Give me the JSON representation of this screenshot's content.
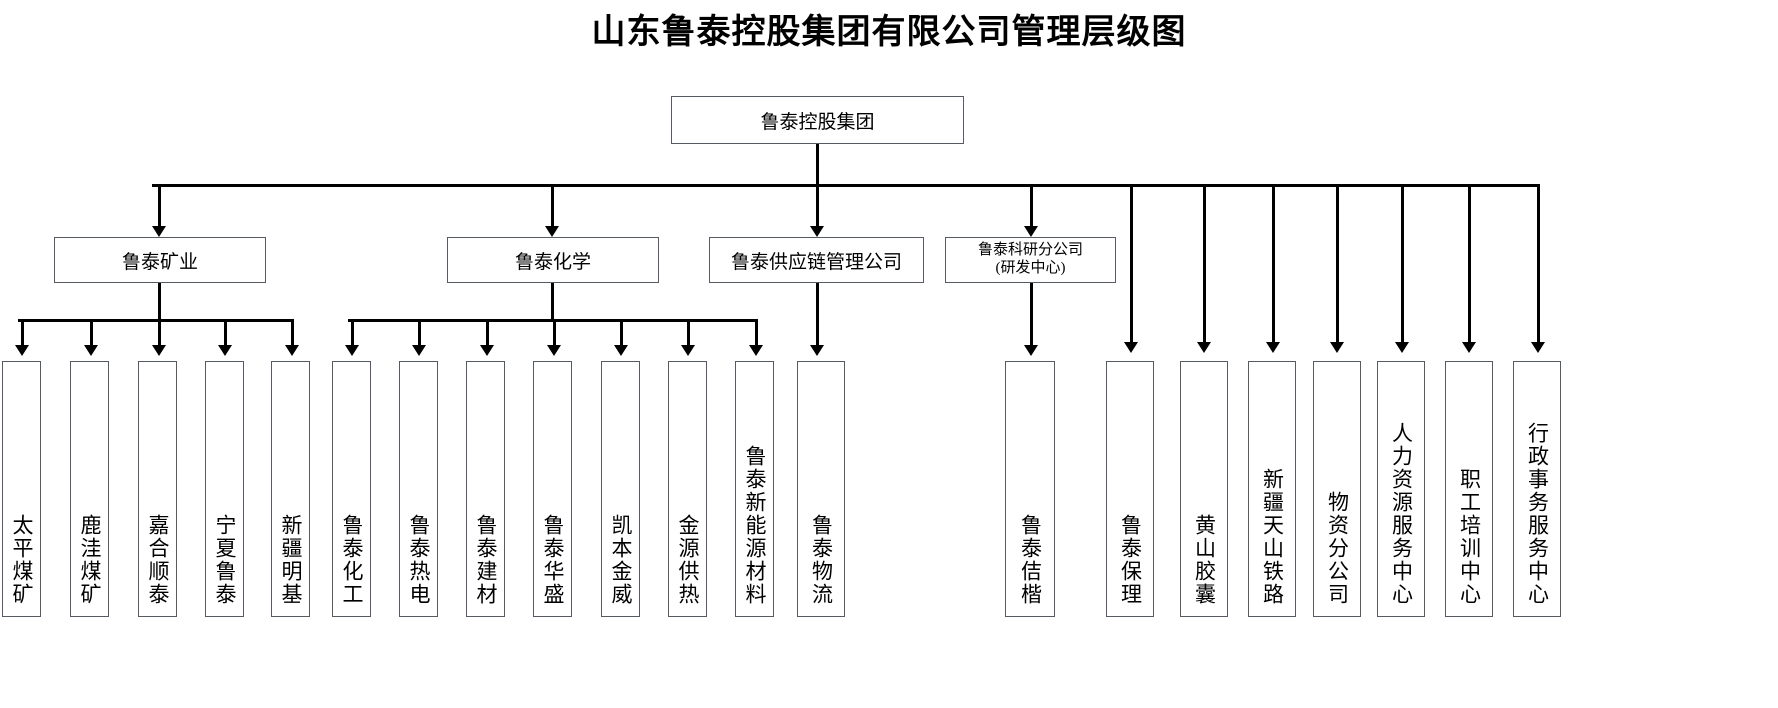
{
  "title": "山东鲁泰控股集团有限公司管理层级图",
  "root": {
    "label": "鲁泰控股集团"
  },
  "divisions": [
    {
      "id": "mining",
      "label": "鲁泰矿业",
      "label2": ""
    },
    {
      "id": "chemical",
      "label": "鲁泰化学",
      "label2": ""
    },
    {
      "id": "supply",
      "label": "鲁泰供应链管理公司",
      "label2": ""
    },
    {
      "id": "rnd",
      "label": "鲁泰科研分公司",
      "label2": "(研发中心)"
    }
  ],
  "mining_children": [
    {
      "label": "太平煤矿"
    },
    {
      "label": "鹿洼煤矿"
    },
    {
      "label": "嘉合顺泰"
    },
    {
      "label": "宁夏鲁泰"
    },
    {
      "label": "新疆明基"
    }
  ],
  "chemical_children": [
    {
      "label": "鲁泰化工"
    },
    {
      "label": "鲁泰热电"
    },
    {
      "label": "鲁泰建材"
    },
    {
      "label": "鲁泰华盛"
    },
    {
      "label": "凯本金威"
    },
    {
      "label": "金源供热"
    },
    {
      "label": "鲁泰新能源材料"
    }
  ],
  "supply_children": [
    {
      "label": "鲁泰物流"
    }
  ],
  "rnd_children": [
    {
      "label": "鲁泰佶楷"
    }
  ],
  "direct_children": [
    {
      "label": "鲁泰保理"
    },
    {
      "label": "黄山胶囊"
    },
    {
      "label": "新疆天山铁路"
    },
    {
      "label": "物资分公司"
    },
    {
      "label": "人力资源服务中心"
    },
    {
      "label": "职工培训中心"
    },
    {
      "label": "行政事务服务中心"
    }
  ],
  "colors": {
    "box_border": "#555a63",
    "connector": "#000000",
    "background": "#ffffff",
    "text": "#000000"
  }
}
